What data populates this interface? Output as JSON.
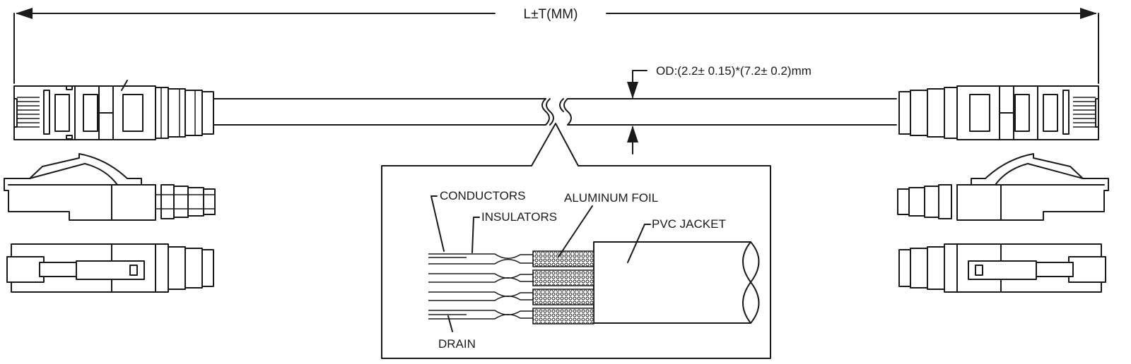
{
  "diagram": {
    "title": "RJ45 Shielded Patch Cable Drawing",
    "length_label": "L±T(MM)",
    "od_label": "OD:(2.2± 0.15)*(7.2± 0.2)mm",
    "callout_labels": {
      "conductors": "CONDUCTORS",
      "insulators": "INSULATORS",
      "aluminum_foil": "ALUMINUM FOIL",
      "pvc_jacket": "PVC JACKET",
      "drain": "DRAIN"
    },
    "views": [
      "top-view",
      "side-view",
      "bottom-view"
    ],
    "pair_count": 4
  }
}
